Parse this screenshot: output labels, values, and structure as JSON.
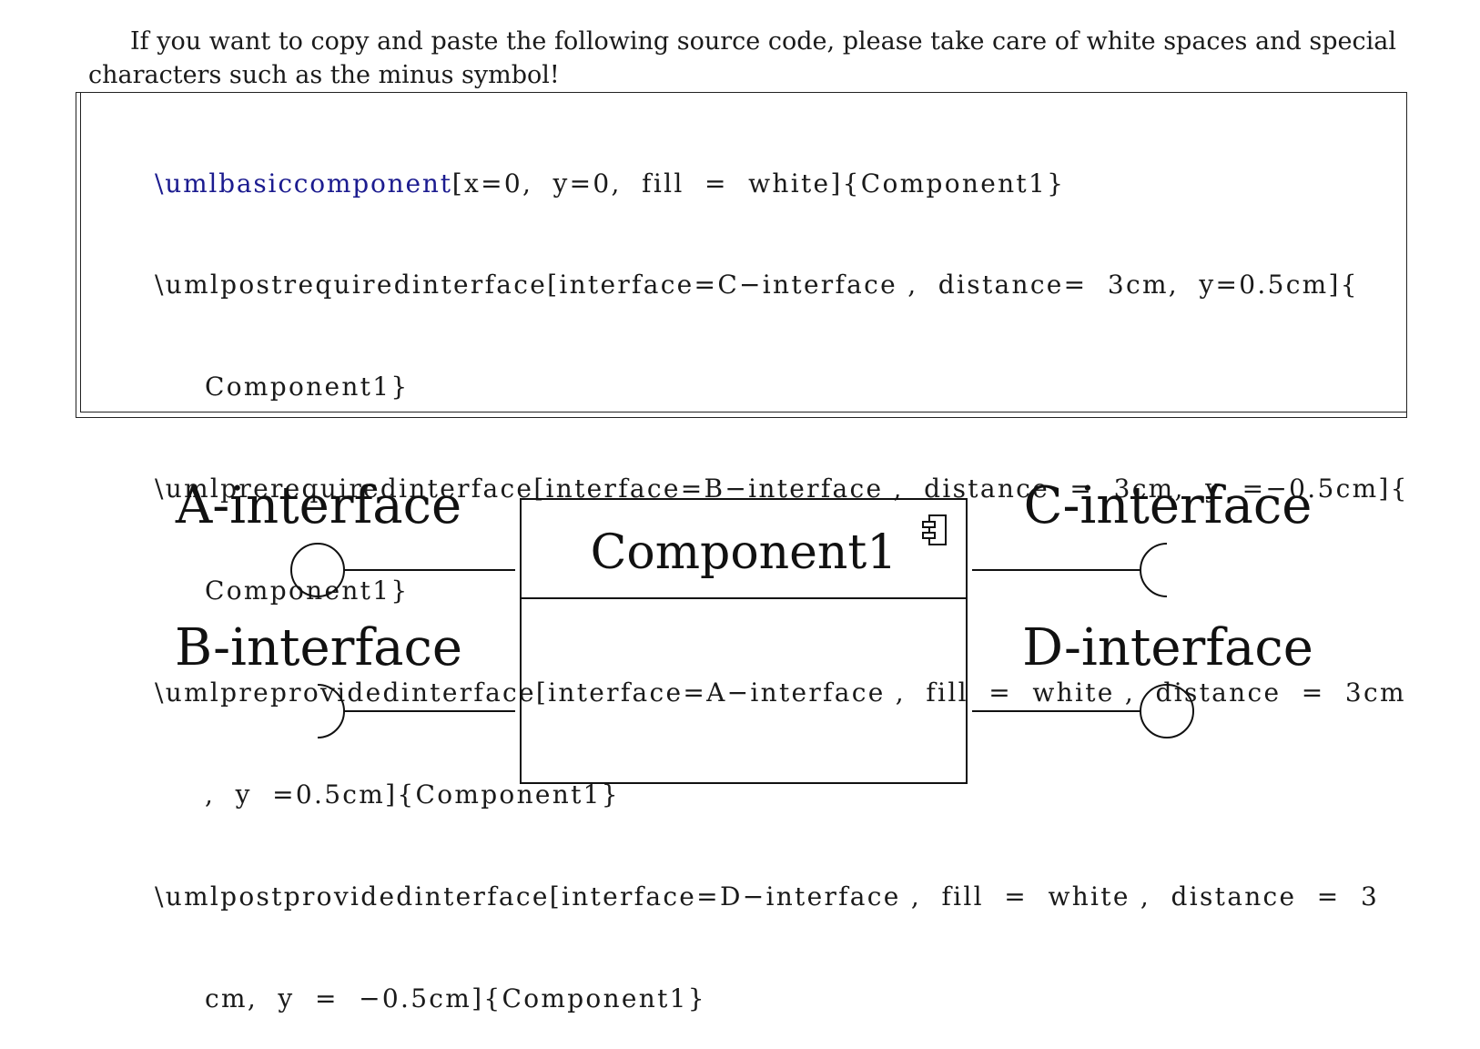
{
  "intro": {
    "text": "If you want to copy and paste the following source code, please take care of white spaces and special characters such as the minus symbol!"
  },
  "code": {
    "lines": [
      {
        "cmd": "\\umlbasiccomponent",
        "rest": "[x=0,  y=0,  fill  =  white]{Component1}"
      },
      {
        "cmd": "\\umlpostrequiredinterface",
        "rest": "[interface=C−interface ,  distance=  3cm,  y=0.5cm]{"
      },
      {
        "cont": "Component1}"
      },
      {
        "cmd": "\\umlprerequiredinterface",
        "rest": "[interface=B−interface ,  distance  =  3cm,  y  =−0.5cm]{"
      },
      {
        "cont": "Component1}"
      },
      {
        "cmd": "\\umlpreprovidedinterface",
        "rest": "[interface=A−interface ,  fill  =  white ,  distance  =  3cm"
      },
      {
        "cont": ",  y  =0.5cm]{Component1}"
      },
      {
        "cmd": "\\umlpostprovidedinterface",
        "rest": "[interface=D−interface ,  fill  =  white ,  distance  =  3"
      },
      {
        "cont": "cm,  y  =  −0.5cm]{Component1}"
      }
    ]
  },
  "diagram": {
    "component_name": "Component1",
    "interfaces": {
      "a": "A-interface",
      "b": "B-interface",
      "c": "C-interface",
      "d": "D-interface"
    }
  }
}
